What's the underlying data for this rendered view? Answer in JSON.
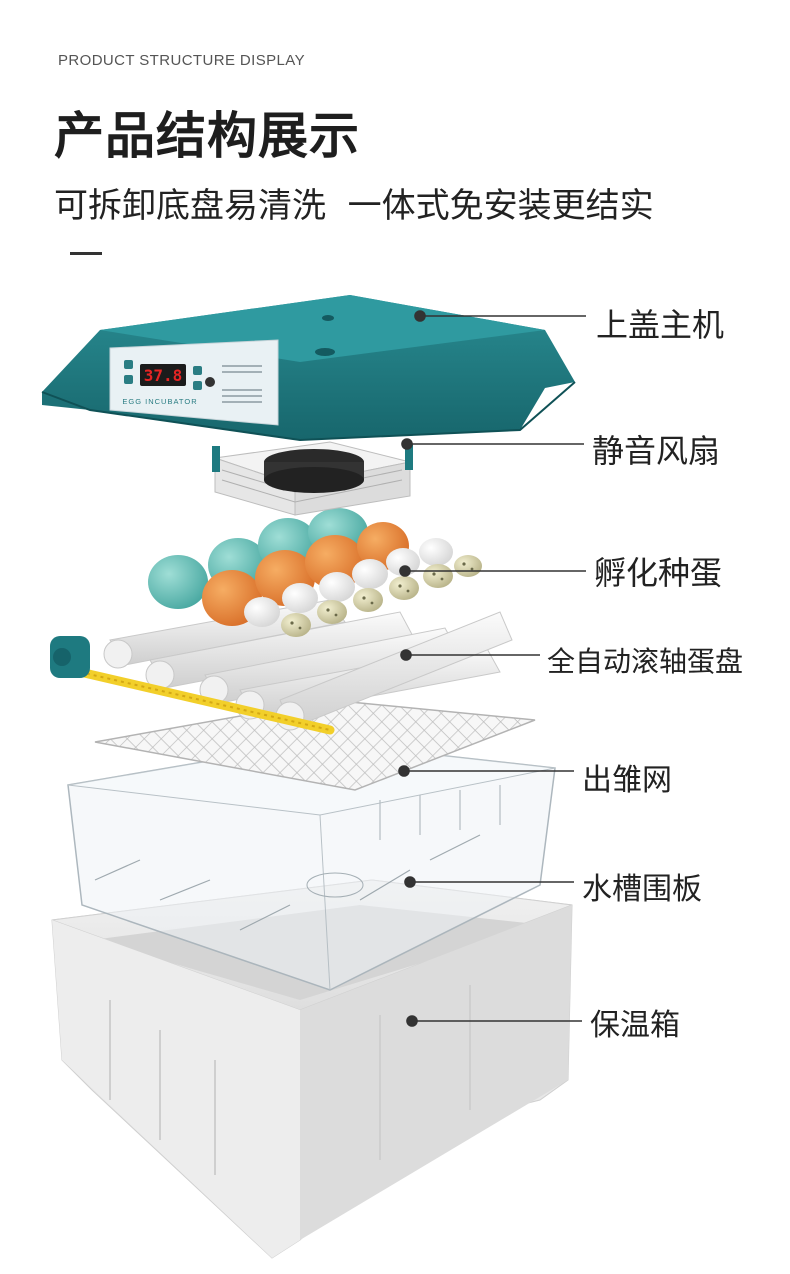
{
  "header": {
    "eyebrow": "PRODUCT STRUCTURE DISPLAY",
    "title": "产品结构展示",
    "subtitle": "可拆卸底盘易清洗  一体式免安装更结实"
  },
  "device": {
    "display_value": "37.8",
    "brand_text": "EGG INCUBATOR"
  },
  "callouts": [
    {
      "id": "lid",
      "label": "上盖主机"
    },
    {
      "id": "fan",
      "label": "静音风扇"
    },
    {
      "id": "eggs",
      "label": "孵化种蛋"
    },
    {
      "id": "roller",
      "label": "全自动滚轴蛋盘"
    },
    {
      "id": "net",
      "label": "出雏网"
    },
    {
      "id": "tray",
      "label": "水槽围板"
    },
    {
      "id": "box",
      "label": "保温箱"
    }
  ],
  "colors": {
    "lid": "#1e7a80",
    "lid_dark": "#16636a",
    "panel": "#e8f1f4",
    "display": "#d42222",
    "egg_orange": "#e8883a",
    "egg_teal": "#63bdb6",
    "egg_white": "#f4f4f2",
    "roller": "#ececec",
    "rod": "#f2cf2a",
    "foam": "#ececec"
  }
}
